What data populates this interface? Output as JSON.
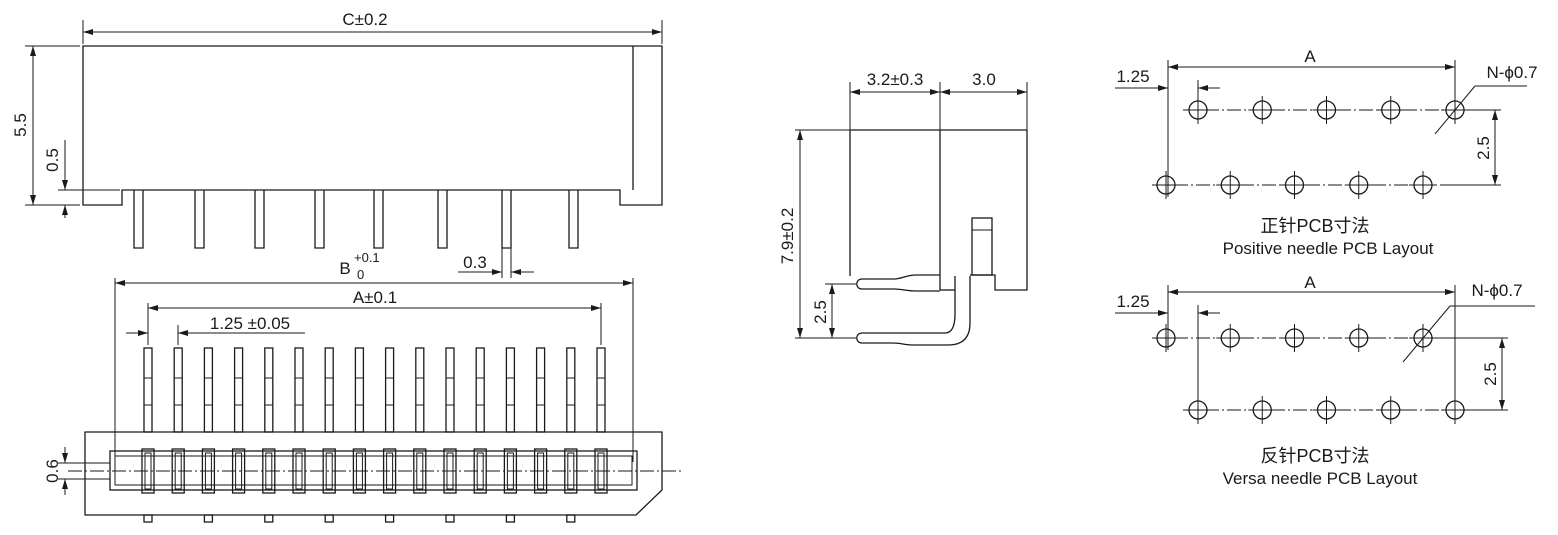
{
  "front_view": {
    "width_dim": "C±0.2",
    "height_dim": "5.5",
    "step_dim": "0.5",
    "pin_width_dim": "0.3"
  },
  "top_view": {
    "housing_dim": {
      "base": "B",
      "upper_tol": "+0.1",
      "lower_tol": "0"
    },
    "pin_row_dim": "A±0.1",
    "pitch_dim": "1.25 ±0.05",
    "slot_dim": "0.6"
  },
  "side_view": {
    "front_depth_dim": "3.2±0.3",
    "rear_depth_dim": "3.0",
    "height_dim": "7.9±0.2",
    "pin_offset_dim": "2.5"
  },
  "positive_layout": {
    "span_dim": "A",
    "offset_dim": "1.25",
    "hole_dim": "N-ϕ0.7",
    "row_gap_dim": "2.5",
    "title_cn": "正针PCB寸法",
    "title_en": "Positive needle PCB Layout"
  },
  "versa_layout": {
    "span_dim": "A",
    "offset_dim": "1.25",
    "hole_dim": "N-ϕ0.7",
    "row_gap_dim": "2.5",
    "title_cn": "反针PCB寸法",
    "title_en": "Versa needle PCB Layout"
  }
}
